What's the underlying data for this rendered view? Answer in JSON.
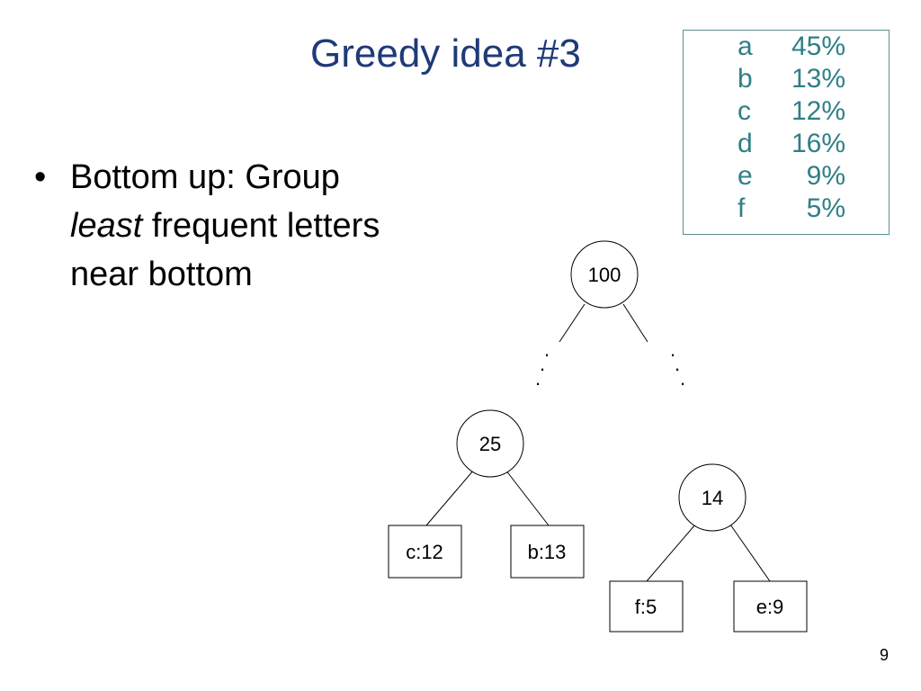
{
  "slide": {
    "title": "Greedy idea #3",
    "page_number": "9"
  },
  "frequency_table": [
    {
      "letter": "a",
      "percent": "45%"
    },
    {
      "letter": "b",
      "percent": "13%"
    },
    {
      "letter": "c",
      "percent": "12%"
    },
    {
      "letter": "d",
      "percent": "16%"
    },
    {
      "letter": "e",
      "percent": "9%"
    },
    {
      "letter": "f",
      "percent": "5%"
    }
  ],
  "bullet": {
    "marker": "•",
    "line1": "Bottom up: Group",
    "emphasis": "least",
    "line2_rest": " frequent letters",
    "line3": "near bottom"
  },
  "tree": {
    "root": "100",
    "internal_nodes": [
      "25",
      "14"
    ],
    "leaves": [
      "c:12",
      "b:13",
      "f:5",
      "e:9"
    ],
    "ellipsis": "."
  },
  "colors": {
    "title": "#1f3a78",
    "table_text": "#2f7f86",
    "table_border": "#5e9090",
    "text": "#000000"
  }
}
